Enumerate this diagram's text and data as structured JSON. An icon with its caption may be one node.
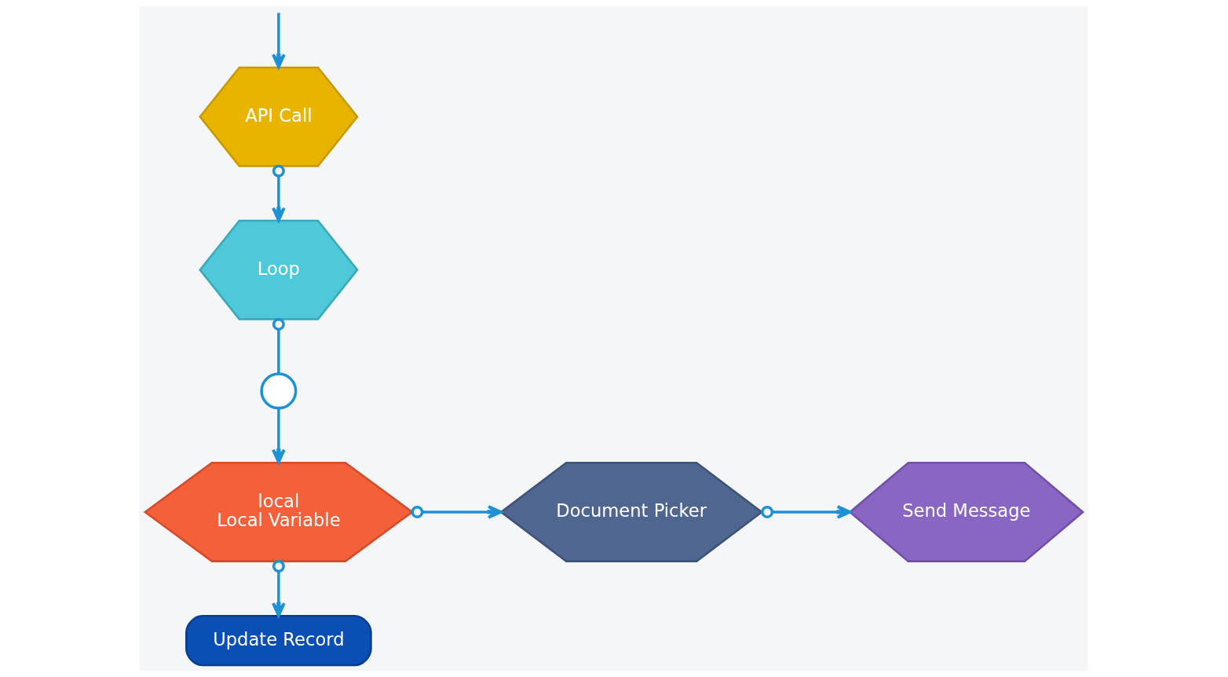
{
  "diagram": {
    "nodes": [
      {
        "text": [
          "API Call"
        ]
      },
      {
        "text": [
          "Loop"
        ]
      },
      {
        "text": [],
        "shape": "circle"
      },
      {
        "text": [
          "local",
          "Local Variable"
        ]
      },
      {
        "text": [
          "Document Picker"
        ]
      },
      {
        "text": [
          "Send Message"
        ]
      },
      {
        "text": [
          "Update Record"
        ]
      }
    ],
    "edges": [
      {
        "from": null,
        "to": 0,
        "arrow": "to"
      },
      {
        "from": 0,
        "to": 1,
        "arrow": "to"
      },
      {
        "from": 1,
        "to": 2,
        "arrow": "other"
      },
      {
        "from": 2,
        "to": 3,
        "arrow": "to"
      },
      {
        "from": 3,
        "to": 4,
        "arrow": "to"
      },
      {
        "from": 4,
        "to": 5,
        "arrow": "to"
      },
      {
        "from": 3,
        "to": 6,
        "arrow": "to"
      }
    ]
  }
}
